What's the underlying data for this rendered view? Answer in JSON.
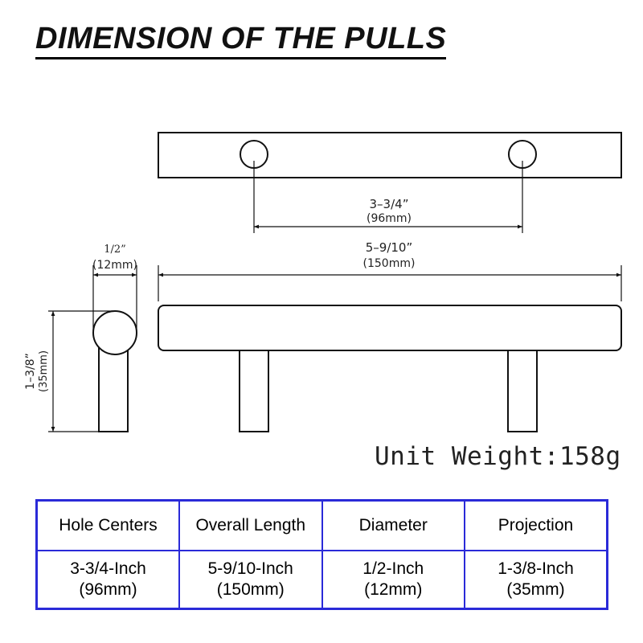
{
  "title": "DIMENSION OF THE PULLS",
  "dimensions": {
    "hole_centers": {
      "imperial": "3–3/4”",
      "metric": "(96mm)"
    },
    "overall_length": {
      "imperial": "5–9/10”",
      "metric": "(150mm)"
    },
    "diameter": {
      "imperial": "1/2”",
      "metric": "(12mm)"
    },
    "projection": {
      "imperial": "1–3/8”",
      "metric": "(35mm)"
    }
  },
  "unit_weight": "Unit Weight:158g",
  "colors": {
    "table_border": "#2a2ad8",
    "line": "#111111"
  },
  "table": {
    "headers": [
      "Hole Centers",
      "Overall Length",
      "Diameter",
      "Projection"
    ],
    "rows": [
      [
        {
          "line1": "3-3/4-Inch",
          "line2": "(96mm)"
        },
        {
          "line1": "5-9/10-Inch",
          "line2": "(150mm)"
        },
        {
          "line1": "1/2-Inch",
          "line2": "(12mm)"
        },
        {
          "line1": "1-3/8-Inch",
          "line2": "(35mm)"
        }
      ]
    ]
  }
}
